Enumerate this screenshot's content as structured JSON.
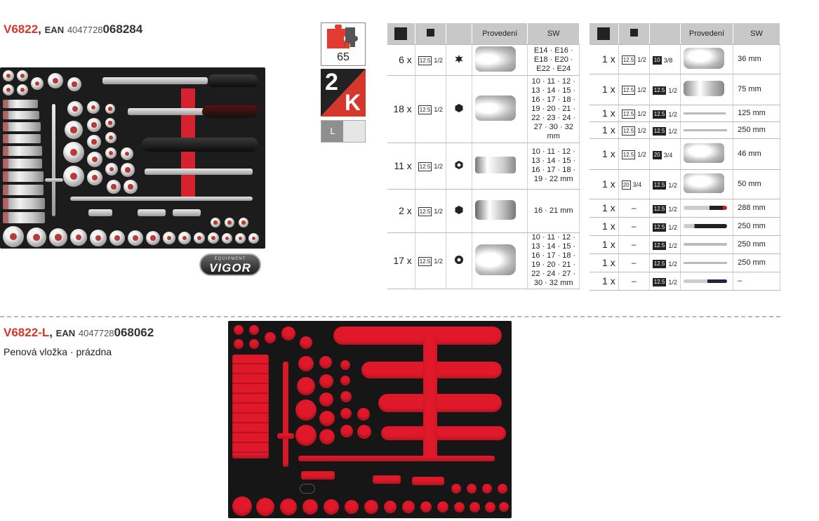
{
  "product_main": {
    "code": "V6822",
    "comma": ",",
    "ean_label": "EAN",
    "ean_prefix": "4047728",
    "ean_suffix": "068284",
    "brand_logo": "VIGOR",
    "brand_tag": "EQUIPMENT"
  },
  "badges": {
    "pieces": "65",
    "component_count": "2",
    "component_letter": "K",
    "size_letter": "L"
  },
  "table_left": {
    "headers": [
      "",
      "",
      "Provedení",
      "SW"
    ],
    "rows": [
      {
        "qty": "6 x",
        "drive": "1/2",
        "drive_box": "12.5",
        "profile": "torx",
        "sw": "E14 · E16 · E18 · E20 · E22 · E24"
      },
      {
        "qty": "18 x",
        "drive": "1/2",
        "drive_box": "12.5",
        "profile": "hex",
        "sw": "10 · 11 · 12 · 13 · 14 · 15 · 16 · 17 · 18 · 19 · 20 · 21 · 22 · 23 · 24 · 27 · 30 · 32 mm"
      },
      {
        "qty": "11 x",
        "drive": "1/2",
        "drive_box": "12.5",
        "profile": "hex-deep",
        "sw": "10 · 11 · 12 · 13 · 14 · 15 · 16 · 17 · 18 · 19 · 22 mm"
      },
      {
        "qty": "2 x",
        "drive": "1/2",
        "drive_box": "12.5",
        "profile": "hex-spark",
        "sw": "16 · 21 mm"
      },
      {
        "qty": "17 x",
        "drive": "1/2",
        "drive_box": "12.5",
        "profile": "bi-hex",
        "sw": "10 · 11 · 12 · 13 · 14 · 15 · 16 · 17 · 18 · 19 · 20 · 21 · 22 · 24 · 27 · 30 · 32 mm"
      }
    ]
  },
  "table_right": {
    "headers": [
      "",
      "",
      "",
      "Provedení",
      "SW"
    ],
    "rows": [
      {
        "qty": "1 x",
        "in_box": "12.5",
        "in_drive": "1/2",
        "out_box": "10",
        "out_drive": "3/8",
        "sw": "36 mm"
      },
      {
        "qty": "1 x",
        "in_box": "12.5",
        "in_drive": "1/2",
        "out_box": "12.5",
        "out_drive": "1/2",
        "sw": "75 mm"
      },
      {
        "qty": "1 x",
        "in_box": "12.5",
        "in_drive": "1/2",
        "out_box": "12.5",
        "out_drive": "1/2",
        "sw": "125 mm"
      },
      {
        "qty": "1 x",
        "in_box": "12.5",
        "in_drive": "1/2",
        "out_box": "12.5",
        "out_drive": "1/2",
        "sw": "250 mm"
      },
      {
        "qty": "1 x",
        "in_box": "12.5",
        "in_drive": "1/2",
        "out_box": "20",
        "out_drive": "3/4",
        "sw": "46 mm"
      },
      {
        "qty": "1 x",
        "in_box": "20",
        "in_drive": "3/4",
        "out_box": "12.5",
        "out_drive": "1/2",
        "sw": "50 mm"
      },
      {
        "qty": "1 x",
        "in_box": "–",
        "in_drive": "",
        "out_box": "12.5",
        "out_drive": "1/2",
        "sw": "288 mm"
      },
      {
        "qty": "1 x",
        "in_box": "–",
        "in_drive": "",
        "out_box": "12.5",
        "out_drive": "1/2",
        "sw": "250 mm"
      },
      {
        "qty": "1 x",
        "in_box": "–",
        "in_drive": "",
        "out_box": "12.5",
        "out_drive": "1/2",
        "sw": "250 mm"
      },
      {
        "qty": "1 x",
        "in_box": "–",
        "in_drive": "",
        "out_box": "12.5",
        "out_drive": "1/2",
        "sw": "250 mm"
      },
      {
        "qty": "1 x",
        "in_box": "–",
        "in_drive": "",
        "out_box": "12.5",
        "out_drive": "1/2",
        "sw": "–"
      }
    ]
  },
  "product_insert": {
    "code": "V6822-L",
    "comma": ",",
    "ean_label": "EAN",
    "ean_prefix": "4047728",
    "ean_suffix": "068062",
    "description": "Penová vložka · prázdna"
  },
  "colors": {
    "accent_red": "#d7372b",
    "foam_red": "#e0192a",
    "tray_black": "#1c1c1c"
  }
}
